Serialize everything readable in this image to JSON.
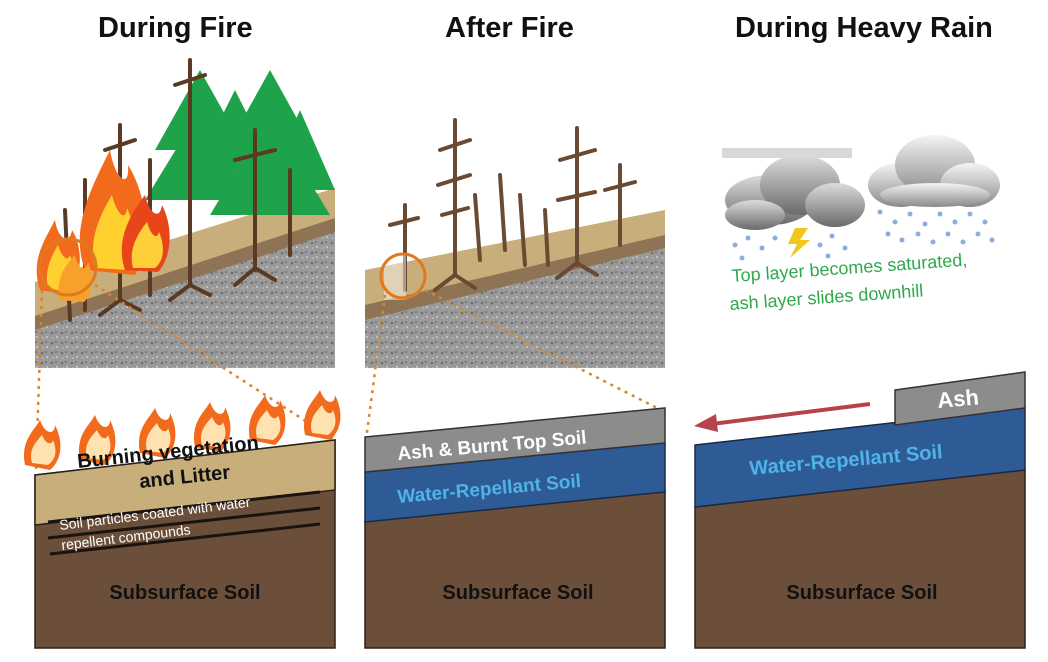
{
  "panels": [
    {
      "title": "During Fire",
      "labels": {
        "burning_line1": "Burning vegetation",
        "burning_line2": "and Litter",
        "coated_line1": "Soil particles coated with water",
        "coated_line2": "repellent compounds",
        "subsurface": "Subsurface Soil"
      }
    },
    {
      "title": "After Fire",
      "labels": {
        "ash_topsoil": "Ash & Burnt Top Soil",
        "water_repellant": "Water-Repellant Soil",
        "subsurface": "Subsurface Soil"
      }
    },
    {
      "title": "During Heavy Rain",
      "labels": {
        "note_line1": "Top layer becomes saturated,",
        "note_line2": "ash layer slides downhill",
        "ash": "Ash",
        "water_repellant": "Water-Repellant Soil",
        "subsurface": "Subsurface Soil"
      }
    }
  ],
  "colors": {
    "subsurface": "#6b4f3a",
    "litter": "#c8ae7a",
    "ash": "#8c8c8c",
    "water_repellant": "#2e5b96",
    "water_repellant_text": "#4fb3e8",
    "note_text": "#2ea84a",
    "arrow": "#b5434a",
    "tree_green": "#1fa34a",
    "trunk": "#5a3a22",
    "callout": "#e07a1f"
  }
}
